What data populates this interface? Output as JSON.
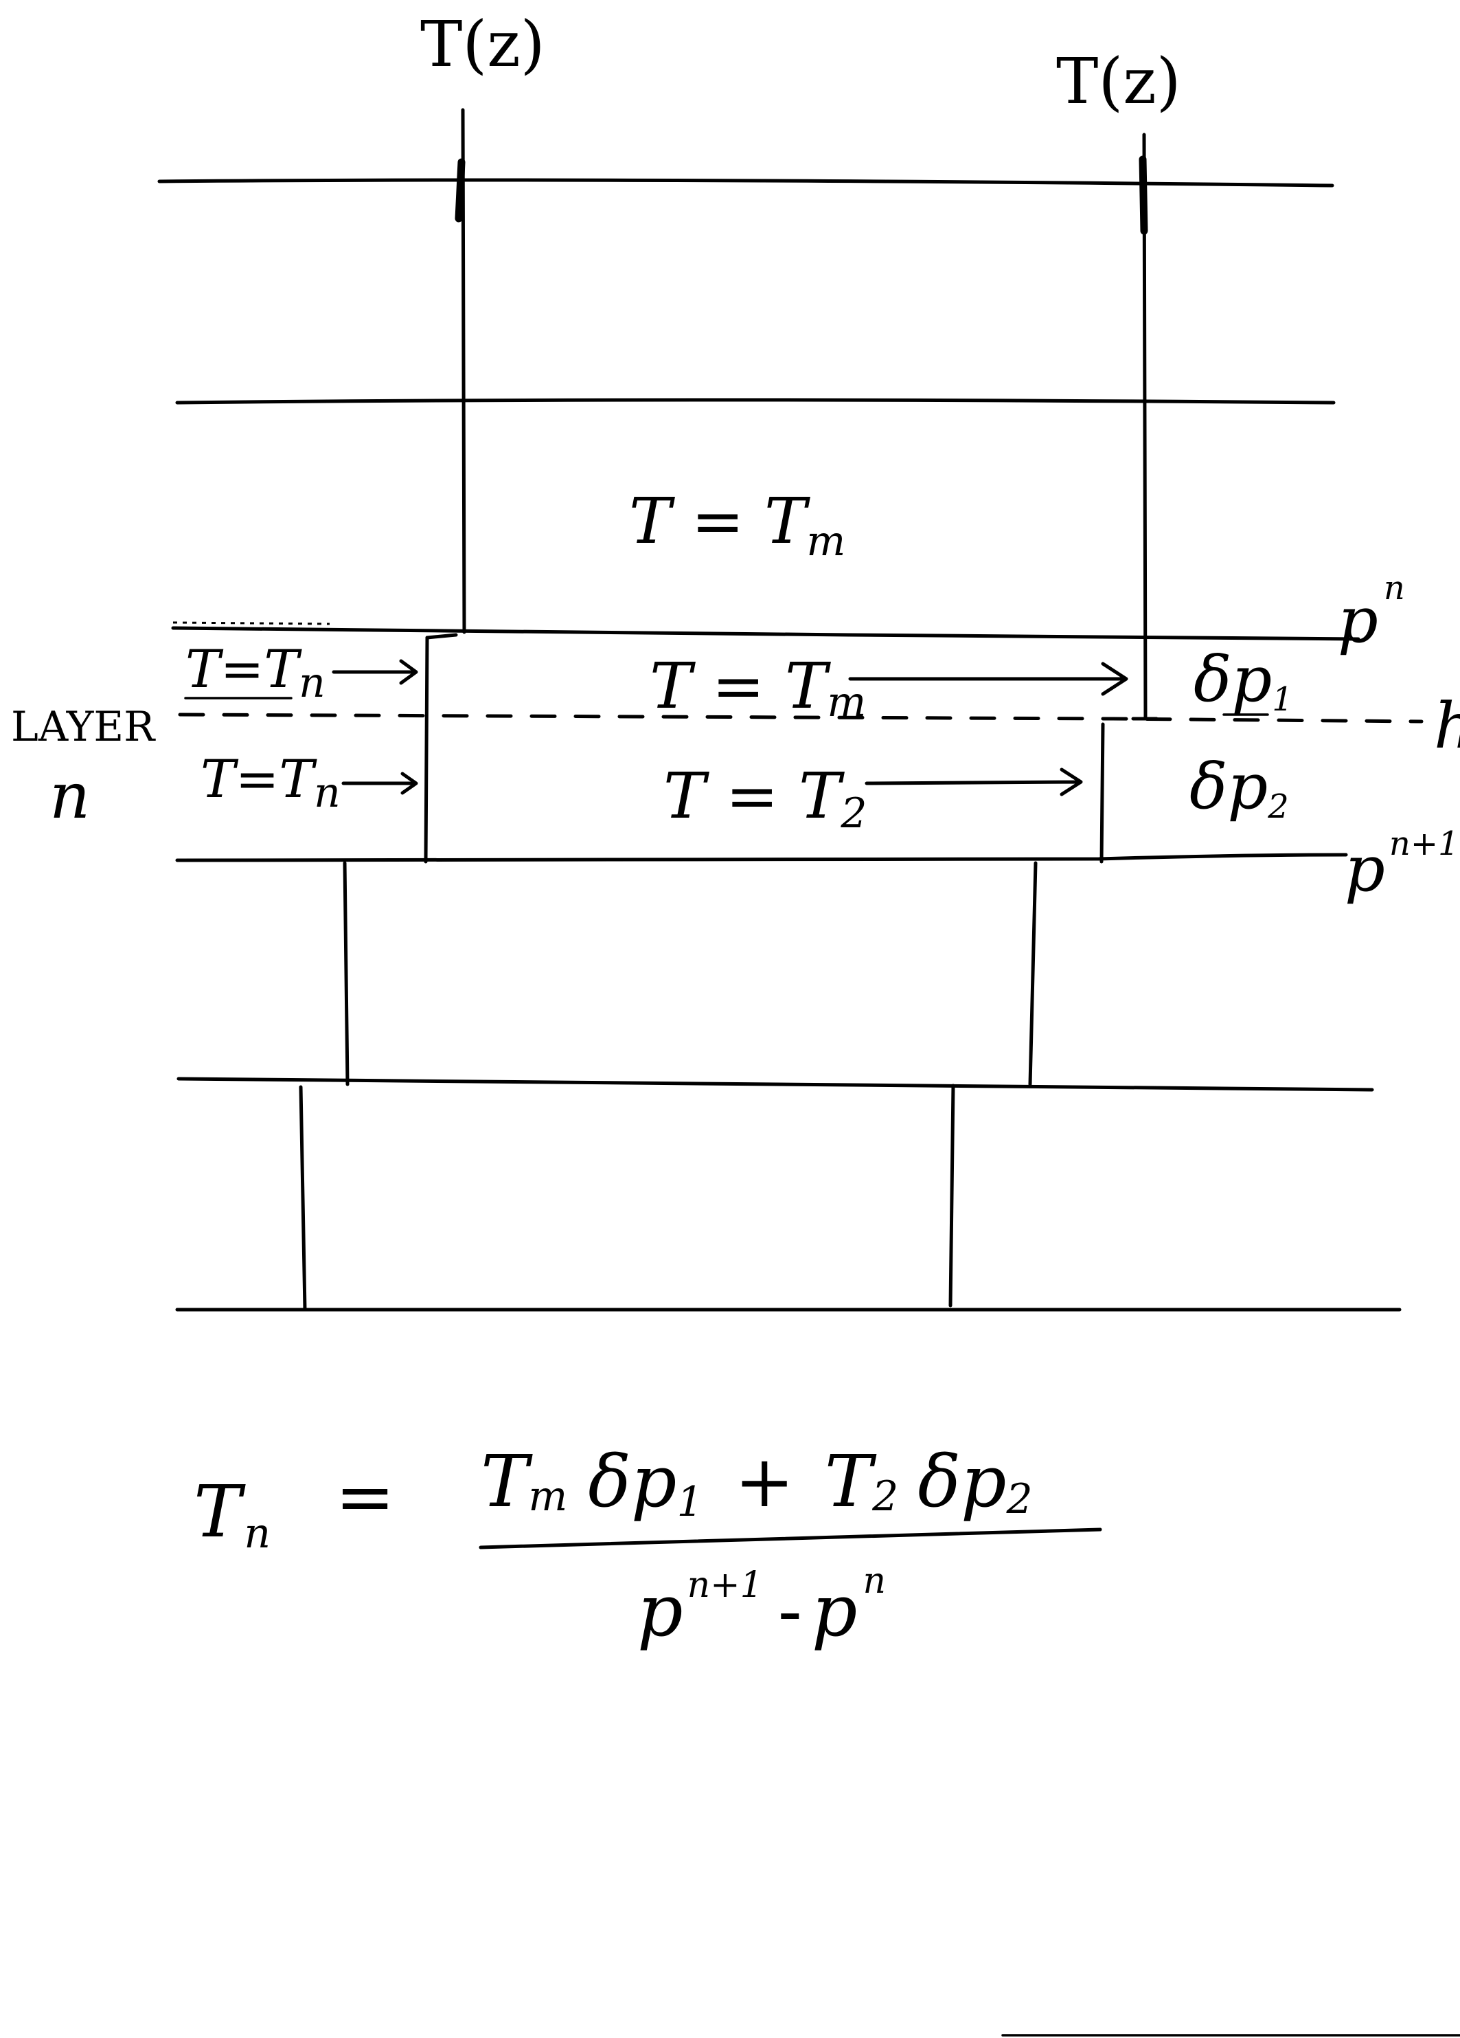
{
  "column_labels": {
    "left_top": "T(z)",
    "right_top": "T(z)"
  },
  "layer_labels": {
    "upper": "p",
    "upper_sup": "n",
    "lower": "p",
    "lower_sup": "n+1",
    "mid_right": "h",
    "side_line1": "LAYER",
    "side_line2": "n"
  },
  "region_labels": {
    "above_layer": "T = T",
    "above_layer_sub": "m",
    "left_upper": "T=T",
    "left_upper_sub": "n",
    "left_lower": "T=T",
    "left_lower_sub": "n",
    "middle_upper": "T = T",
    "middle_upper_sub": "m",
    "middle_lower": "T = T",
    "middle_lower_sub": "2",
    "dp1": "δp",
    "dp1_sub": "1",
    "dp2": "δp",
    "dp2_sub": "2"
  },
  "formula": {
    "lhs": "T",
    "lhs_sub": "n",
    "equals": "=",
    "num_term1": "T",
    "num_term1_sub": "m",
    "num_term1_dp": "δp",
    "num_term1_dp_sub": "1",
    "plus": "+",
    "num_term2": "T",
    "num_term2_sub": "2",
    "num_term2_dp": "δp",
    "num_term2_dp_sub": "2",
    "den_p1": "p",
    "den_p1_sup": "n+1",
    "minus": "-",
    "den_p2": "p",
    "den_p2_sup": "n"
  }
}
